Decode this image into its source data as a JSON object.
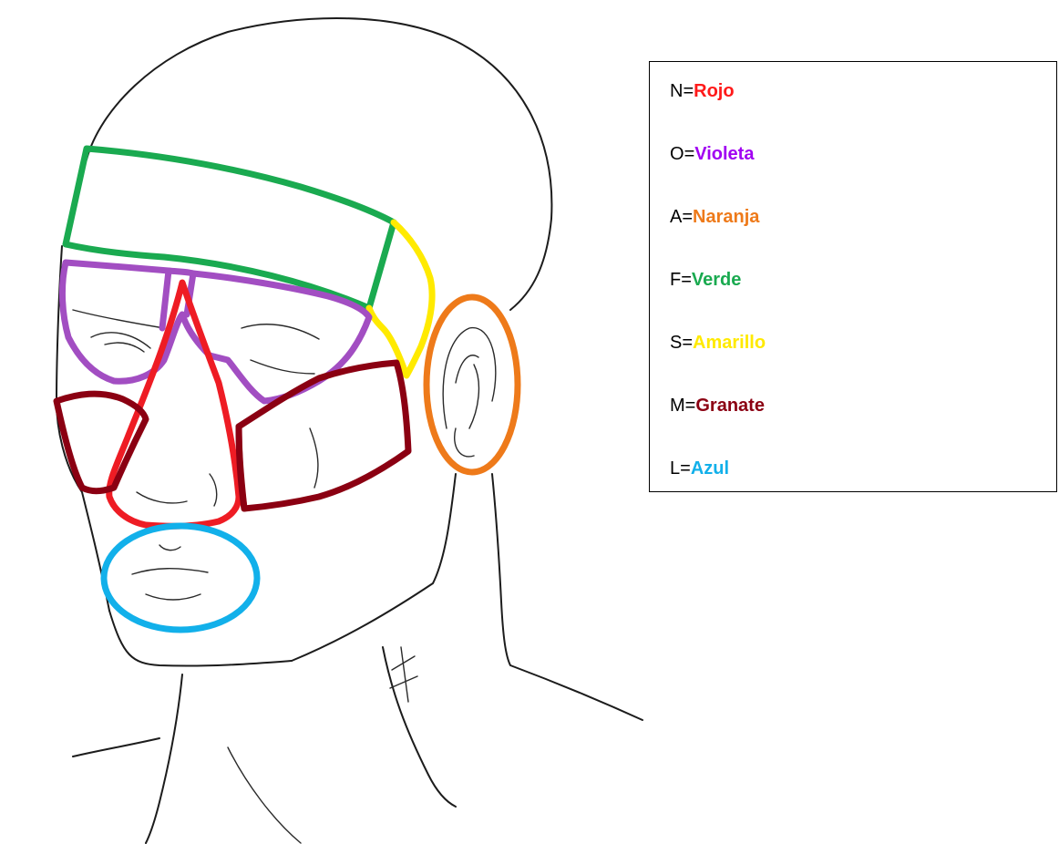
{
  "legend": {
    "items": [
      {
        "letter": "N",
        "sep": "=",
        "name": "Rojo",
        "color": "#ff1a1a"
      },
      {
        "letter": "O",
        "sep": "=",
        "name": "Violeta",
        "color": "#a100f2"
      },
      {
        "letter": "A",
        "sep": "=",
        "name": "Naranja",
        "color": "#ee7a1a"
      },
      {
        "letter": "F",
        "sep": "=",
        "name": "Verde",
        "color": "#1aaa50"
      },
      {
        "letter": "S",
        "sep": "=",
        "name": "Amarillo",
        "color": "#ffea00"
      },
      {
        "letter": "M",
        "sep": "=",
        "name": "Granate",
        "color": "#8b0012"
      },
      {
        "letter": "L",
        "sep": "=",
        "name": "Azul",
        "color": "#12b0ea"
      }
    ]
  },
  "regions": [
    {
      "name": "region-forehead",
      "color": "#1aaa50"
    },
    {
      "name": "region-temple",
      "color": "#ffea00"
    },
    {
      "name": "region-eyes",
      "color": "#a24ec2"
    },
    {
      "name": "region-nose",
      "color": "#ee1c24"
    },
    {
      "name": "region-left-cheek",
      "color": "#8b0012"
    },
    {
      "name": "region-right-cheek",
      "color": "#8b0012"
    },
    {
      "name": "region-ear",
      "color": "#ee7a1a"
    },
    {
      "name": "region-mouth",
      "color": "#12b0ea"
    }
  ]
}
